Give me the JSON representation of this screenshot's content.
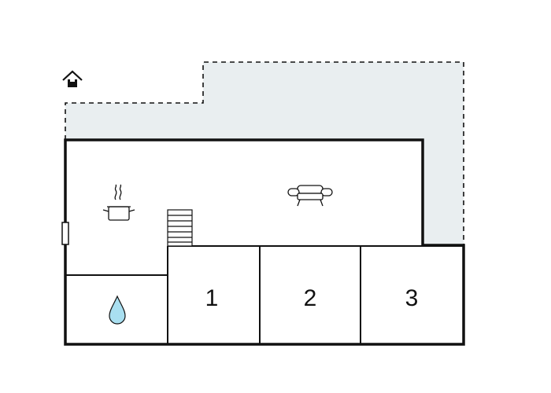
{
  "floorplan": {
    "colors": {
      "wall": "#111111",
      "terrace_fill": "#e9eef0",
      "water": "#a9dff0",
      "background": "#ffffff"
    },
    "icons": {
      "entrance": "house-entrance-icon",
      "kitchen": "cooking-pot-icon",
      "living": "sofa-icon",
      "bathroom": "water-drop-icon",
      "stairs": "stairs-icon",
      "door": "door-icon"
    },
    "rooms": [
      {
        "id": "bedroom-1",
        "label": "1"
      },
      {
        "id": "bedroom-2",
        "label": "2"
      },
      {
        "id": "bedroom-3",
        "label": "3"
      }
    ]
  }
}
